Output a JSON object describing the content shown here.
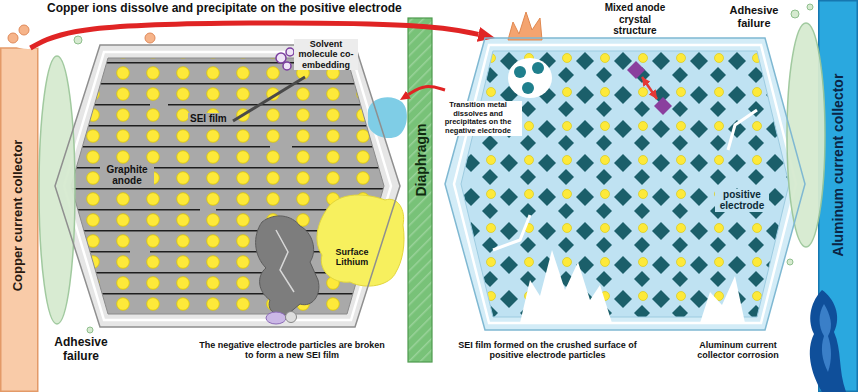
{
  "diagram": {
    "nodes": [
      {
        "text": [
          "Copper current collector"
        ]
      },
      {
        "text": [
          "Graphite anode"
        ]
      },
      {
        "text": [
          "Diaphragm"
        ]
      },
      {
        "text": [
          "positive electrode"
        ]
      },
      {
        "text": [
          "Aluminum current collector"
        ]
      }
    ],
    "edges": [
      {
        "from": 0,
        "to": 3,
        "arrow": "to",
        "label": "Copper ions dissolve and precipitate on the positive electrode"
      },
      {
        "from": 3,
        "to": 1,
        "arrow": "to",
        "label": "Transition metal dissolves and precipitates on the negative electrode"
      }
    ],
    "labels": [
      "Adhesive failure",
      "Mixed anode crystal structure",
      "Solvent molecule co-embedding",
      "SEI film",
      "Surface Lithium",
      "Adhesive failure",
      "The negative electrode particles are broken to form a new SEI film",
      "SEI film formed on the crushed surface of positive electrode particles",
      "Aluminum current collector corrosion"
    ]
  }
}
